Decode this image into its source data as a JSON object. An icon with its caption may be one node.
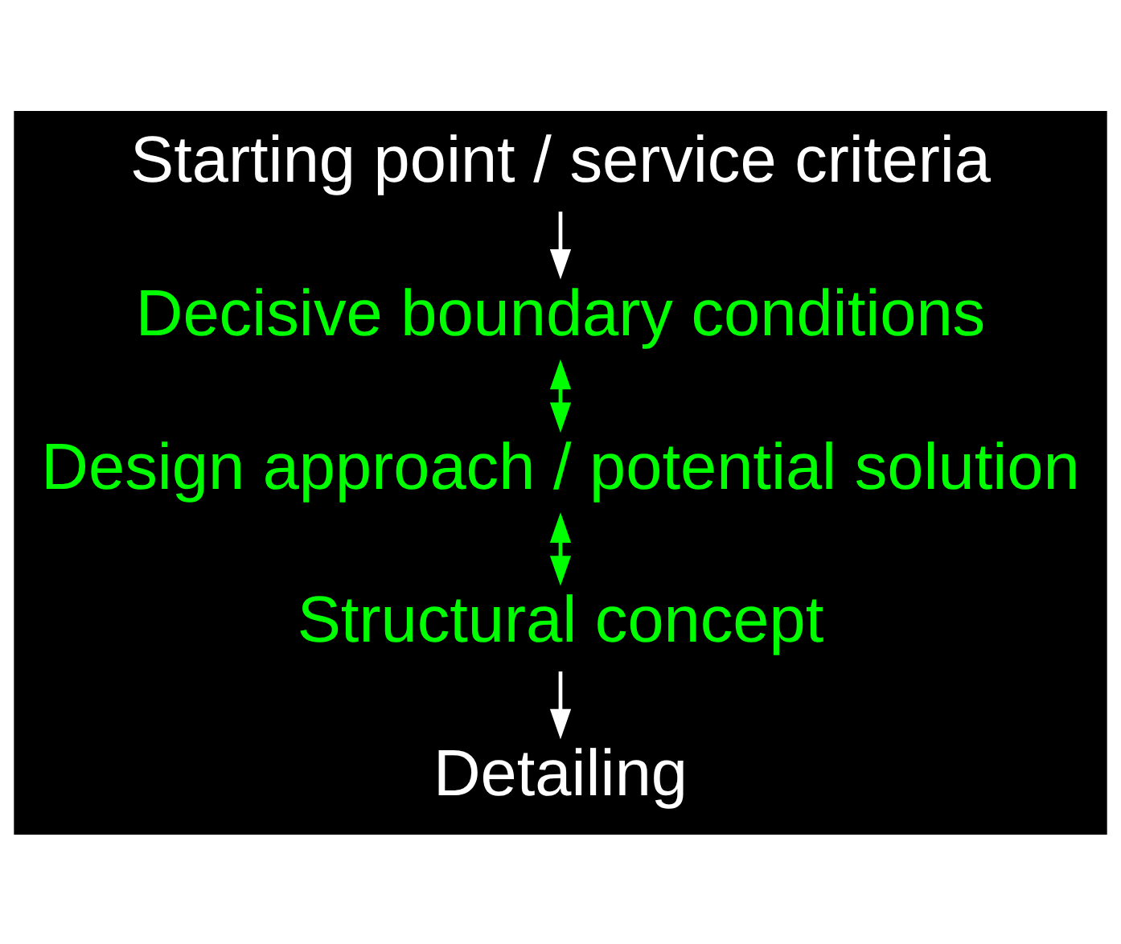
{
  "diagram": {
    "nodes": [
      {
        "text": [
          "Starting point / service criteria"
        ]
      },
      {
        "text": [
          "Decisive boundary conditions"
        ]
      },
      {
        "text": [
          "Design approach / potential solution"
        ]
      },
      {
        "text": [
          "Structural concept"
        ]
      },
      {
        "text": [
          "Detailing"
        ]
      }
    ],
    "edges": [
      {
        "from": 0,
        "to": 1,
        "arrow": "to"
      },
      {
        "from": 1,
        "to": 2,
        "arrow": "both",
        "color": "#00ff00"
      },
      {
        "from": 2,
        "to": 3,
        "arrow": "both",
        "color": "#00ff00"
      },
      {
        "from": 3,
        "to": 4,
        "arrow": "to"
      }
    ]
  }
}
